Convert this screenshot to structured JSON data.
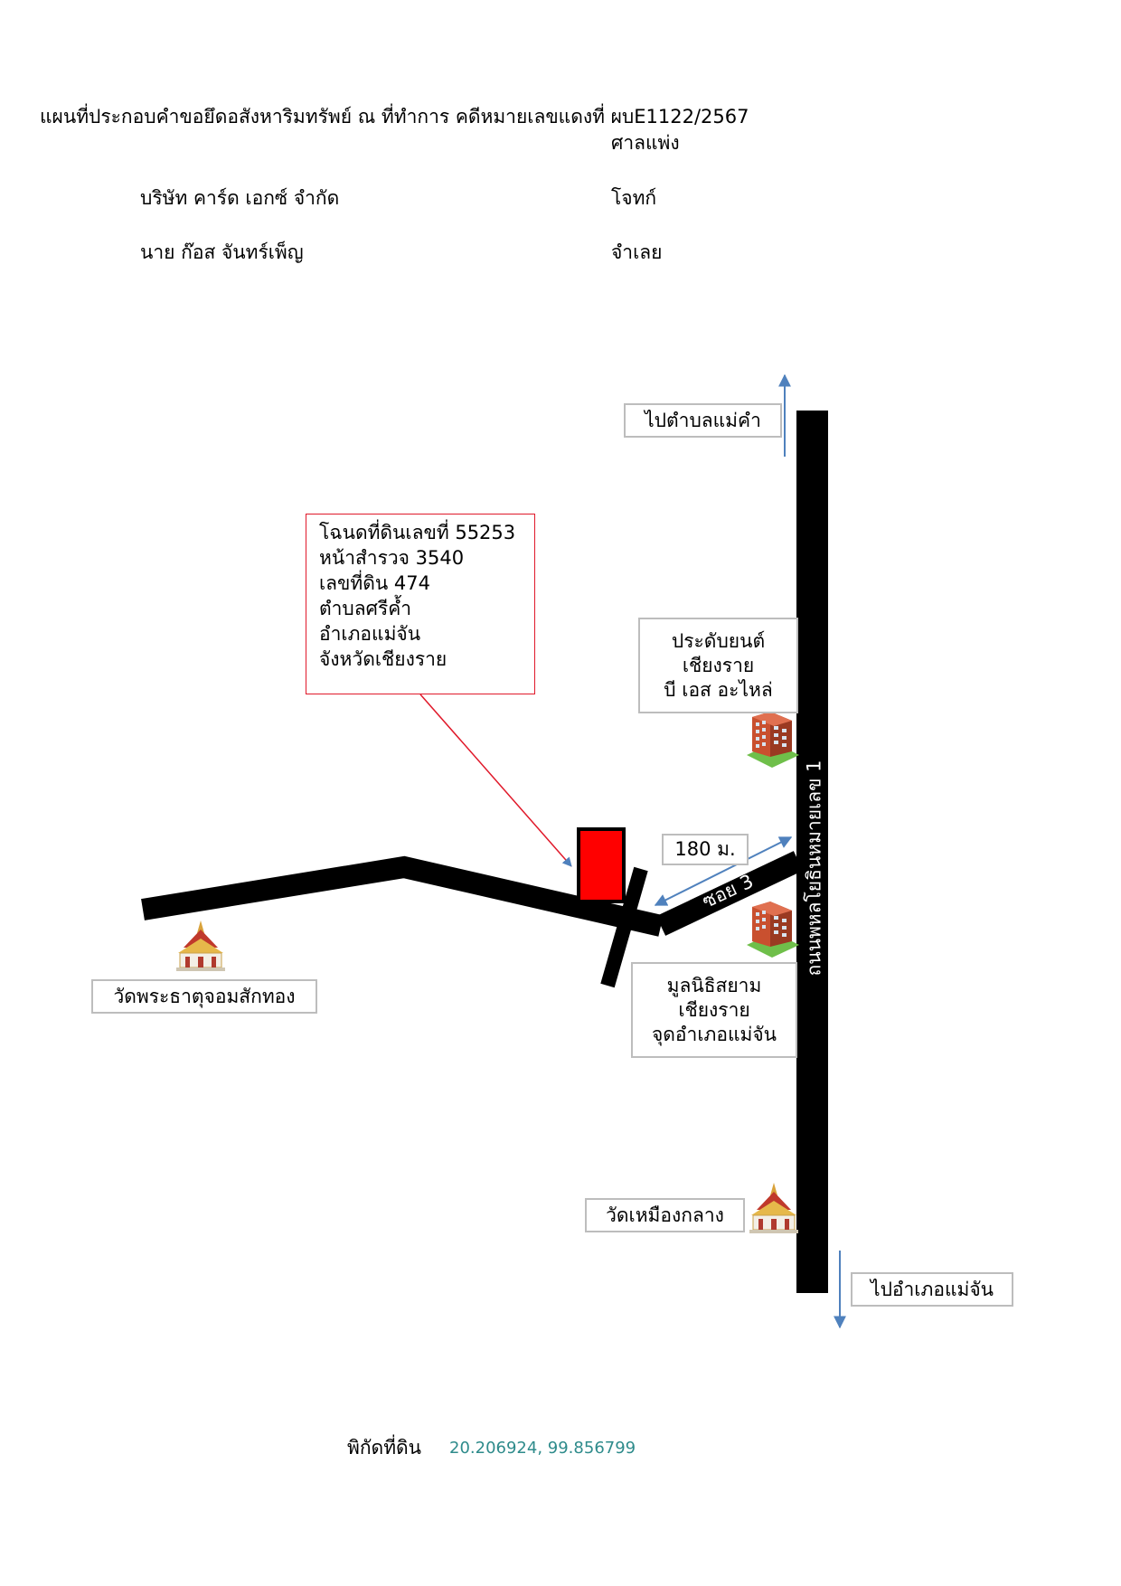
{
  "header": {
    "title": "แผนที่ประกอบคำขอยึดอสังหาริมทรัพย์ ณ ที่ทำการ คดีหมายเลขแดงที่ ผบE1122/2567",
    "court": "ศาลแพ่ง",
    "plaintiff_name": "บริษัท คาร์ด เอกซ์ จำกัด",
    "plaintiff_role": "โจทก์",
    "defendant_name": "นาย ก๊อส จันทร์เพ็ญ",
    "defendant_role": "จำเลย"
  },
  "map": {
    "main_road_label": "ถนนพหลโยธินหมายเลข 1",
    "soi_label": "ซอย 3",
    "distance_label": "180 ม.",
    "north_direction": "ไปตำบลแม่คำ",
    "south_direction": "ไปอำเภอแม่จัน",
    "deed_lines": [
      "โฉนดที่ดินเลขที่ 55253",
      "หน้าสำรวจ 3540",
      "เลขที่ดิน 474",
      "ตำบลศรีค้ำ",
      "อำเภอแม่จัน",
      "จังหวัดเชียงราย"
    ],
    "landmark_shop": [
      "ประดับยนต์",
      "เชียงราย",
      "บี เอส อะไหล่"
    ],
    "landmark_foundation": [
      "มูลนิธิสยาม",
      "เชียงราย",
      "จุดอำเภอแม่จัน"
    ],
    "landmark_temple_west": "วัดพระธาตุจอมสักทอง",
    "landmark_temple_south": "วัดเหมืองกลาง",
    "icons": [
      "building-icon",
      "building-icon",
      "temple-icon",
      "temple-icon"
    ],
    "colors": {
      "road": "#000000",
      "plot": "#ff0000",
      "arrow": "#4f81bd",
      "deed_border": "#e0192a"
    }
  },
  "footer": {
    "coord_label": "พิกัดที่ดิน",
    "coord_value": "20.206924, 99.856799"
  }
}
